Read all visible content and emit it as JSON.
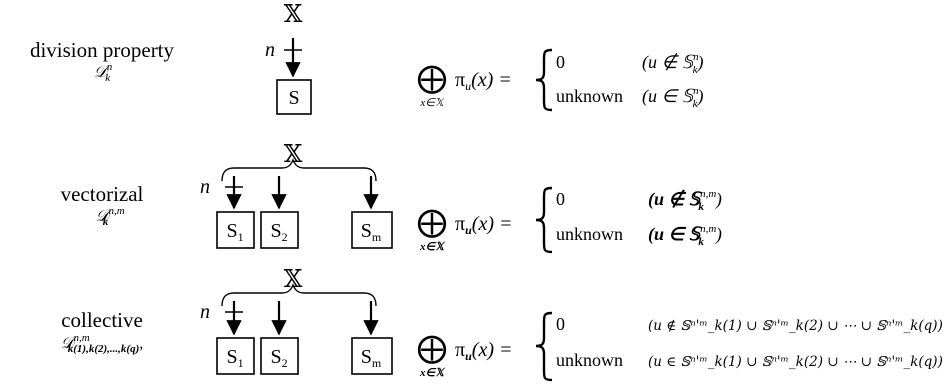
{
  "set_symbol": "𝕏",
  "n_label": "n",
  "rows": [
    {
      "title": "division property",
      "symbol": {
        "base": "𝒟",
        "sup": "n",
        "sub": "k"
      },
      "boxes": [
        "S"
      ],
      "formula": {
        "oplus": "⨁",
        "under": "x∈𝕏",
        "body": "π",
        "body_sub": "u",
        "arg": "(x) ="
      },
      "cases": [
        {
          "value": "0",
          "condition": "(u ∉ 𝕊",
          "cond_sup": "n",
          "cond_sub": "k",
          "cond_tail": ")"
        },
        {
          "value": "unknown",
          "condition": "(u ∈ 𝕊",
          "cond_sup": "n",
          "cond_sub": "k",
          "cond_tail": ")"
        }
      ]
    },
    {
      "title": "vectorizal",
      "symbol": {
        "base": "𝒟",
        "sup": "n,m",
        "sub": "k"
      },
      "boxes": [
        "S1",
        "S2",
        "Sm"
      ],
      "formula": {
        "oplus": "⨁",
        "under": "x∈𝕏",
        "body": "π",
        "body_sub": "u",
        "arg": "(x) ="
      },
      "cases": [
        {
          "value": "0",
          "condition": "(u ∉ 𝕊",
          "cond_sup": "n,m",
          "cond_sub": "k",
          "cond_tail": ")"
        },
        {
          "value": "unknown",
          "condition": "(u ∈ 𝕊",
          "cond_sup": "n,m",
          "cond_sub": "k",
          "cond_tail": ")"
        }
      ]
    },
    {
      "title": "collective",
      "symbol": {
        "base": "𝒟",
        "sup": "n,m",
        "sub": "k(1),k(2),...,k(q)",
        "tail": ","
      },
      "boxes": [
        "S1",
        "S2",
        "Sm"
      ],
      "formula": {
        "oplus": "⨁",
        "under": "x∈𝕏",
        "body": "π",
        "body_sub": "u",
        "arg": "(x) ="
      },
      "cases": [
        {
          "value": "0",
          "condition": "(u ∉ 𝕊ⁿ'ᵐ_k(1) ∪ 𝕊ⁿ'ᵐ_k(2) ∪ ⋯ ∪ 𝕊ⁿ'ᵐ_k(q))"
        },
        {
          "value": "unknown",
          "condition": "(u ∈ 𝕊ⁿ'ᵐ_k(1) ∪ 𝕊ⁿ'ᵐ_k(2) ∪ ⋯ ∪ 𝕊ⁿ'ᵐ_k(q))"
        }
      ]
    }
  ]
}
